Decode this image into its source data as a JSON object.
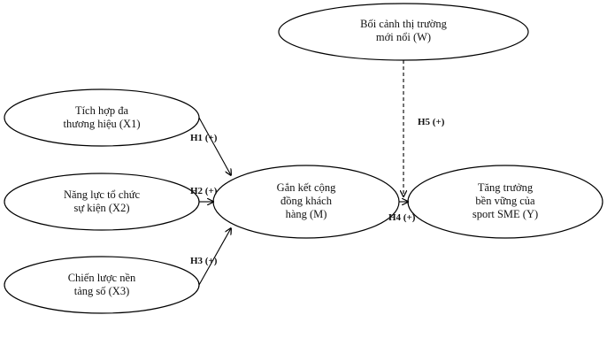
{
  "nodes": {
    "w": {
      "label": "Bối cảnh thị trường\nmới nổi (W)"
    },
    "x1": {
      "label": "Tích hợp đa\nthương hiệu (X1)"
    },
    "x2": {
      "label": "Năng lực tổ chức\nsự kiện (X2)"
    },
    "x3": {
      "label": "Chiến lược nền\ntảng số (X3)"
    },
    "m": {
      "label": "Gắn kết cộng\nđồng khách\nhàng (M)"
    },
    "y": {
      "label": "Tăng trưởng\nbền vững của\nsport SME (Y)"
    }
  },
  "hypotheses": {
    "h1": "H1 (+)",
    "h2": "H2 (+)",
    "h3": "H3 (+)",
    "h4": "H4 (+)",
    "h5": "H5 (+)"
  }
}
